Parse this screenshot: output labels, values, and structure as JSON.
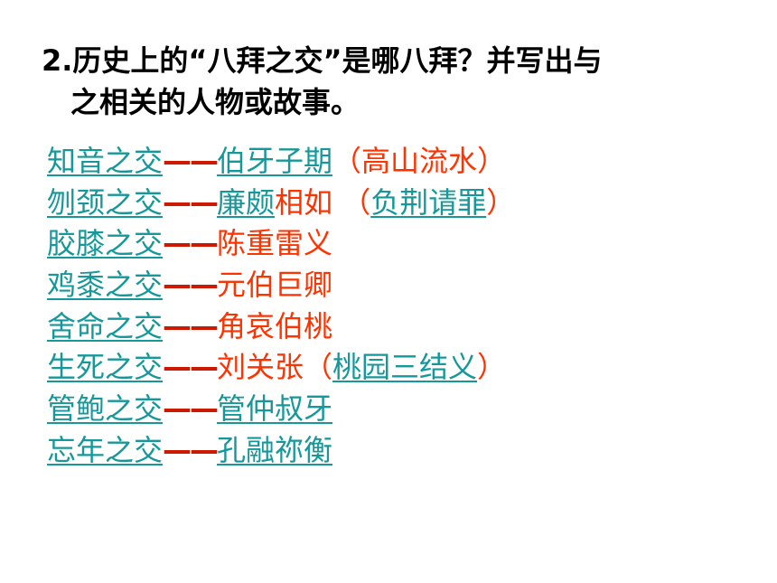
{
  "question": {
    "number": "2.",
    "line1": "历史上的“八拜之交”是哪八拜？并写出与",
    "line2": "之相关的人物或故事。"
  },
  "dash": "——",
  "rows": [
    {
      "term": "知音之交",
      "parts": [
        {
          "text": "伯牙子期",
          "link": true
        },
        {
          "text": "（高山流水）",
          "link": false
        }
      ]
    },
    {
      "term": "刎颈之交",
      "parts": [
        {
          "text": "廉颇",
          "link": true
        },
        {
          "text": "相如 （",
          "link": false
        },
        {
          "text": "负荆请罪",
          "link": true
        },
        {
          "text": "）",
          "link": false
        }
      ]
    },
    {
      "term": "胶膝之交",
      "parts": [
        {
          "text": "陈重雷义",
          "link": false
        }
      ]
    },
    {
      "term": "鸡黍之交",
      "parts": [
        {
          "text": "元伯巨卿",
          "link": false
        }
      ]
    },
    {
      "term": "舍命之交",
      "parts": [
        {
          "text": "角哀伯桃",
          "link": false
        }
      ]
    },
    {
      "term": "生死之交",
      "parts": [
        {
          "text": "刘关张（",
          "link": false
        },
        {
          "text": "桃园三结义",
          "link": true
        },
        {
          "text": "）",
          "link": false
        }
      ]
    },
    {
      "term": "管鲍之交",
      "parts": [
        {
          "text": "管仲叔牙",
          "link": true
        }
      ]
    },
    {
      "term": "忘年之交",
      "parts": [
        {
          "text": "孔融祢衡",
          "link": true
        }
      ]
    }
  ]
}
